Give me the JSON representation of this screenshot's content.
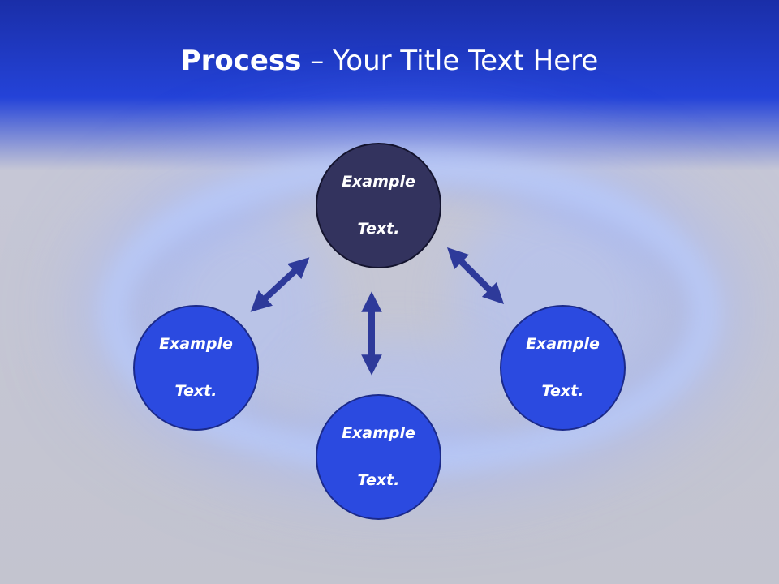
{
  "slide": {
    "title_bold": "Process",
    "title_rest": " – Your Title Text Here"
  },
  "nodes": {
    "top": {
      "line1": "Example",
      "line2": "Text."
    },
    "left": {
      "line1": "Example",
      "line2": "Text."
    },
    "right": {
      "line1": "Example",
      "line2": "Text."
    },
    "bottom": {
      "line1": "Example",
      "line2": "Text."
    }
  },
  "colors": {
    "header": "#2443d8",
    "node_dark": "#33335e",
    "node_blue": "#2b4ae0",
    "arrow": "#2e3a9a"
  }
}
